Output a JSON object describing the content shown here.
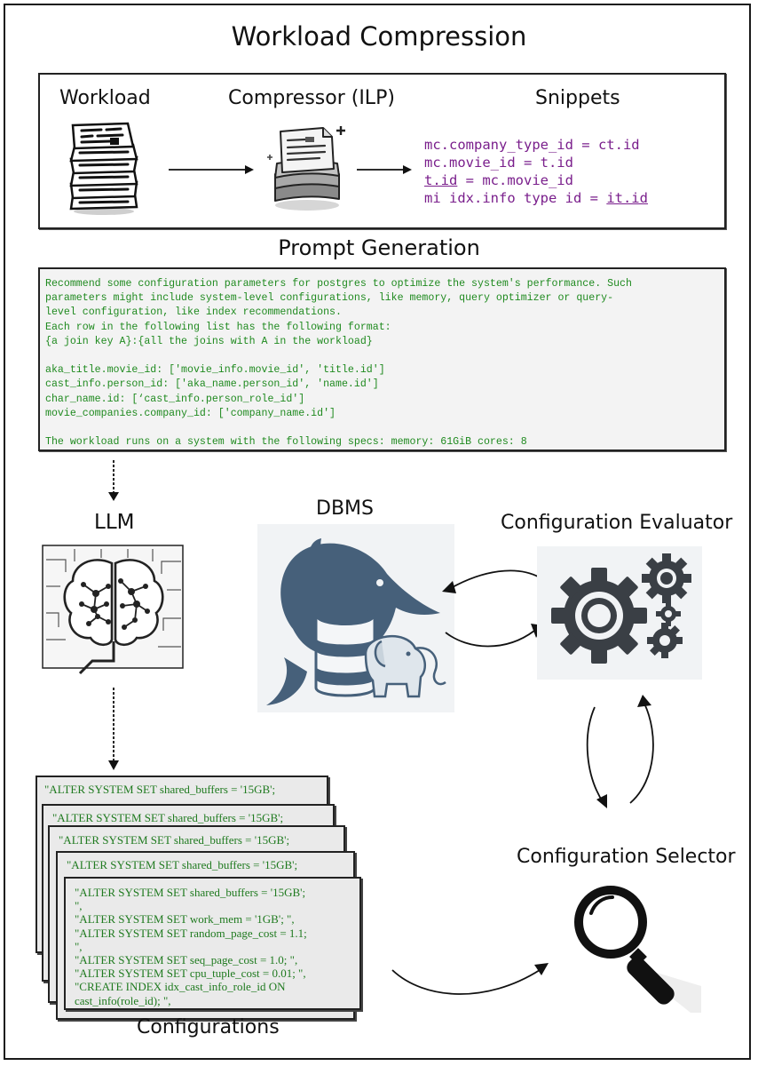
{
  "title": "Workload Compression",
  "top_panel": {
    "workload_label": "Workload",
    "compressor_label": "Compressor (ILP)",
    "snippets_label": "Snippets",
    "icons": [
      "document-stack-icon",
      "compressed-document-icon"
    ],
    "snippets": [
      [
        {
          "t": "mc.company_type_id = ct.id",
          "u": false
        }
      ],
      [
        {
          "t": "mc.movie_id = t.id",
          "u": false
        }
      ],
      [
        {
          "t": "t.id",
          "u": true
        },
        {
          "t": " = mc.movie_id",
          "u": false
        }
      ],
      [
        {
          "t": "mi idx.info type id = ",
          "u": false
        },
        {
          "t": "it.id",
          "u": true
        }
      ]
    ]
  },
  "prompt_generation": {
    "heading": "Prompt Generation",
    "lines": [
      "Recommend some configuration parameters for postgres to optimize the system's performance. Such",
      "parameters might include system-level configurations, like memory, query optimizer or query-",
      "level configuration, like index recommendations.",
      "Each row in the following list has the following format:",
      "{a join key A}:{all the joins with A in the workload}",
      "",
      "aka_title.movie_id: ['movie_info.movie_id', 'title.id']",
      "cast_info.person_id: ['aka_name.person_id', 'name.id']",
      "char_name.id: [‘cast_info.person_role_id']",
      "movie_companies.company_id: ['company_name.id']",
      "",
      "The workload runs on a system with the following specs: memory: 61GiB cores: 8"
    ]
  },
  "llm": {
    "label": "LLM",
    "icon": "brain-circuit-icon"
  },
  "dbms": {
    "label": "DBMS",
    "icon": "mysql-dolphin-postgres-elephant-database-icon"
  },
  "evaluator": {
    "label": "Configuration Evaluator",
    "icon": "gears-icon"
  },
  "selector": {
    "label": "Configuration Selector",
    "icon": "magnifying-glass-icon"
  },
  "configurations": {
    "label": "Configurations",
    "stack_lines": [
      "\"ALTER SYSTEM SET shared_buffers = '15GB';",
      "\"ALTER SYSTEM SET shared_buffers = '15GB';",
      "\"ALTER SYSTEM SET shared_buffers = '15GB';",
      "\"ALTER SYSTEM SET shared_buffers = '15GB';"
    ],
    "front_lines": [
      "\"ALTER SYSTEM SET shared_buffers = '15GB';",
      "\",",
      "\"ALTER SYSTEM SET work_mem = '1GB'; \",",
      "\"ALTER SYSTEM SET random_page_cost = 1.1;",
      "\",",
      "\"ALTER SYSTEM SET seq_page_cost = 1.0; \",",
      "\"ALTER SYSTEM SET cpu_tuple_cost = 0.01; \",",
      "\"CREATE INDEX idx_cast_info_role_id ON",
      "cast_info(role_id); \","
    ]
  },
  "colors": {
    "snippet_text": "#7a1f8c",
    "prompt_text": "#1f8a1f",
    "config_text": "#1f7a1f",
    "dbms_blue": "#46607a",
    "gear_dark": "#3a3f45"
  }
}
